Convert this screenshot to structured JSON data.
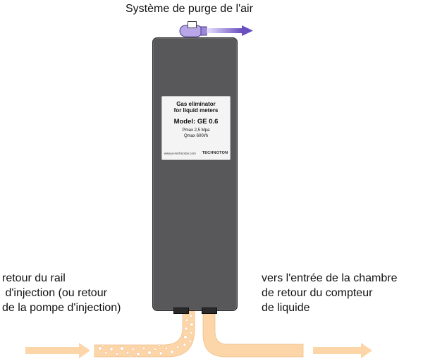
{
  "labels": {
    "top": "Système de purge de l'air",
    "left": "retour du rail\n d'injection (ou retour\nde la pompe d'injection)",
    "right": "vers l'entrée de la chambre\nde retour du compteur\nde liquide"
  },
  "nameplate": {
    "line1": "Gas eliminator",
    "line2": "for liquid meters",
    "model": "Model: GE 0.6",
    "pmax": "Pmax 2,5 Mpa",
    "qmax": "Qmax 600l/h",
    "url": "www.jv-technoton.com",
    "brand": "TECHNOTON"
  },
  "colors": {
    "body": "#58585a",
    "fuel": "#fcd5a8",
    "bubble": "#ffffff",
    "arrow": "#fcd5a8",
    "air_arrow": "#7b5fc4",
    "valve": "#b8a6e8"
  },
  "icons": {
    "valve": "air-purge-valve-icon",
    "logo": "technoton-logo-icon"
  }
}
